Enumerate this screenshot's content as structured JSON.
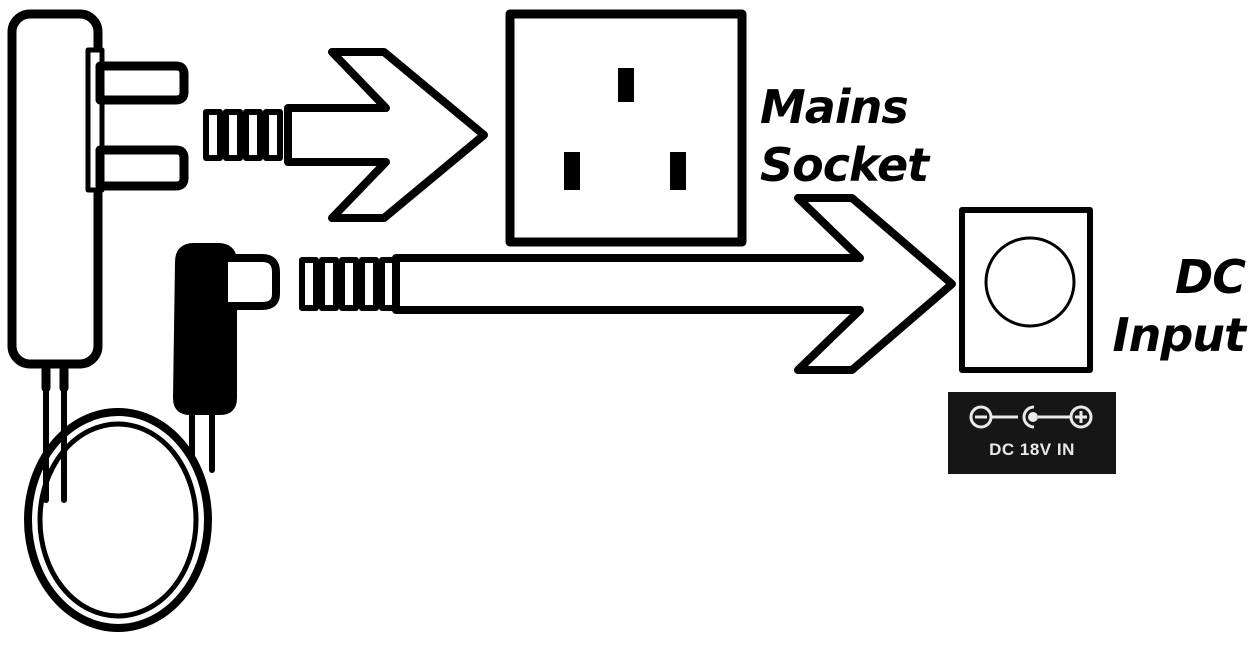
{
  "labels": {
    "mains_socket": [
      "Mains",
      "Socket"
    ],
    "dc_input": [
      "DC",
      "Input"
    ]
  },
  "badge": {
    "polarity_symbols": [
      "minus-symbol",
      "center-pin-symbol",
      "plus-symbol"
    ],
    "text": "DC 18V IN"
  },
  "colors": {
    "ink": "#000000",
    "badge_background": "#161616",
    "badge_text": "#e9e9e9"
  }
}
